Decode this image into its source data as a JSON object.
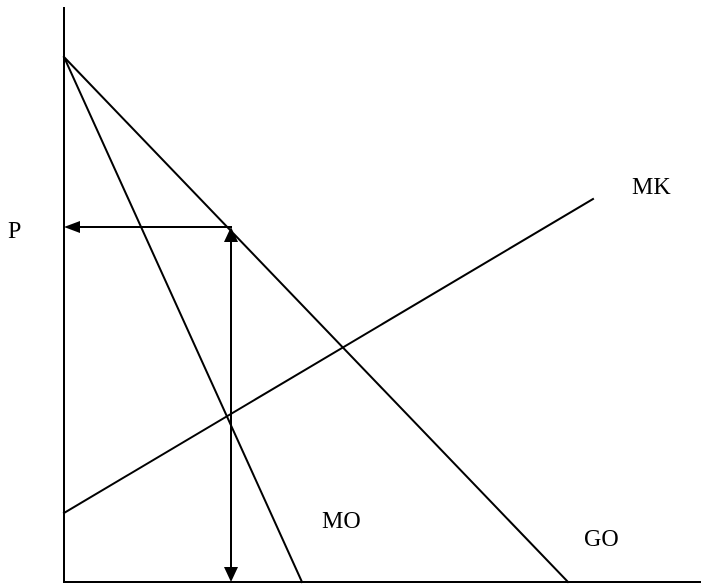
{
  "diagram": {
    "labels": {
      "price": "P",
      "marginal_cost": "MK",
      "marginal_revenue": "MO",
      "average_revenue": "GO"
    },
    "colors": {
      "line": "#000000",
      "background": "#ffffff"
    }
  }
}
